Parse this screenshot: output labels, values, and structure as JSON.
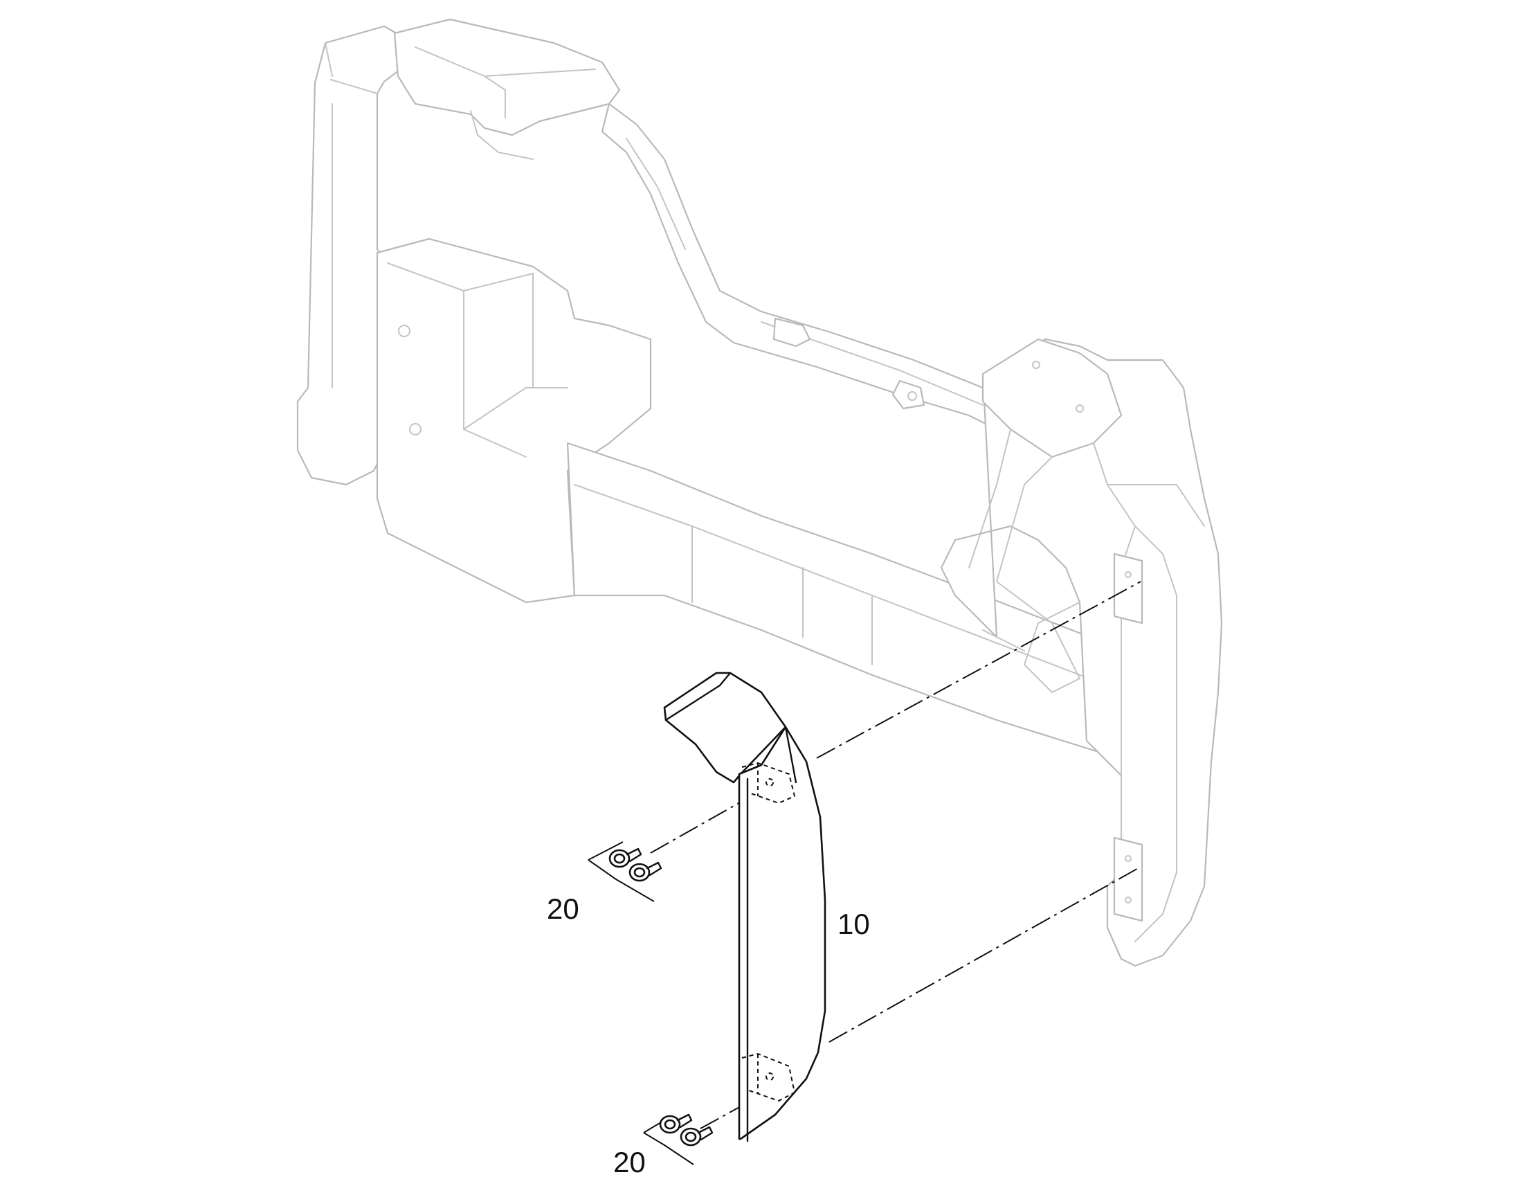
{
  "callouts": {
    "panel": "10",
    "bolts_upper": "20",
    "bolts_lower": "20"
  }
}
